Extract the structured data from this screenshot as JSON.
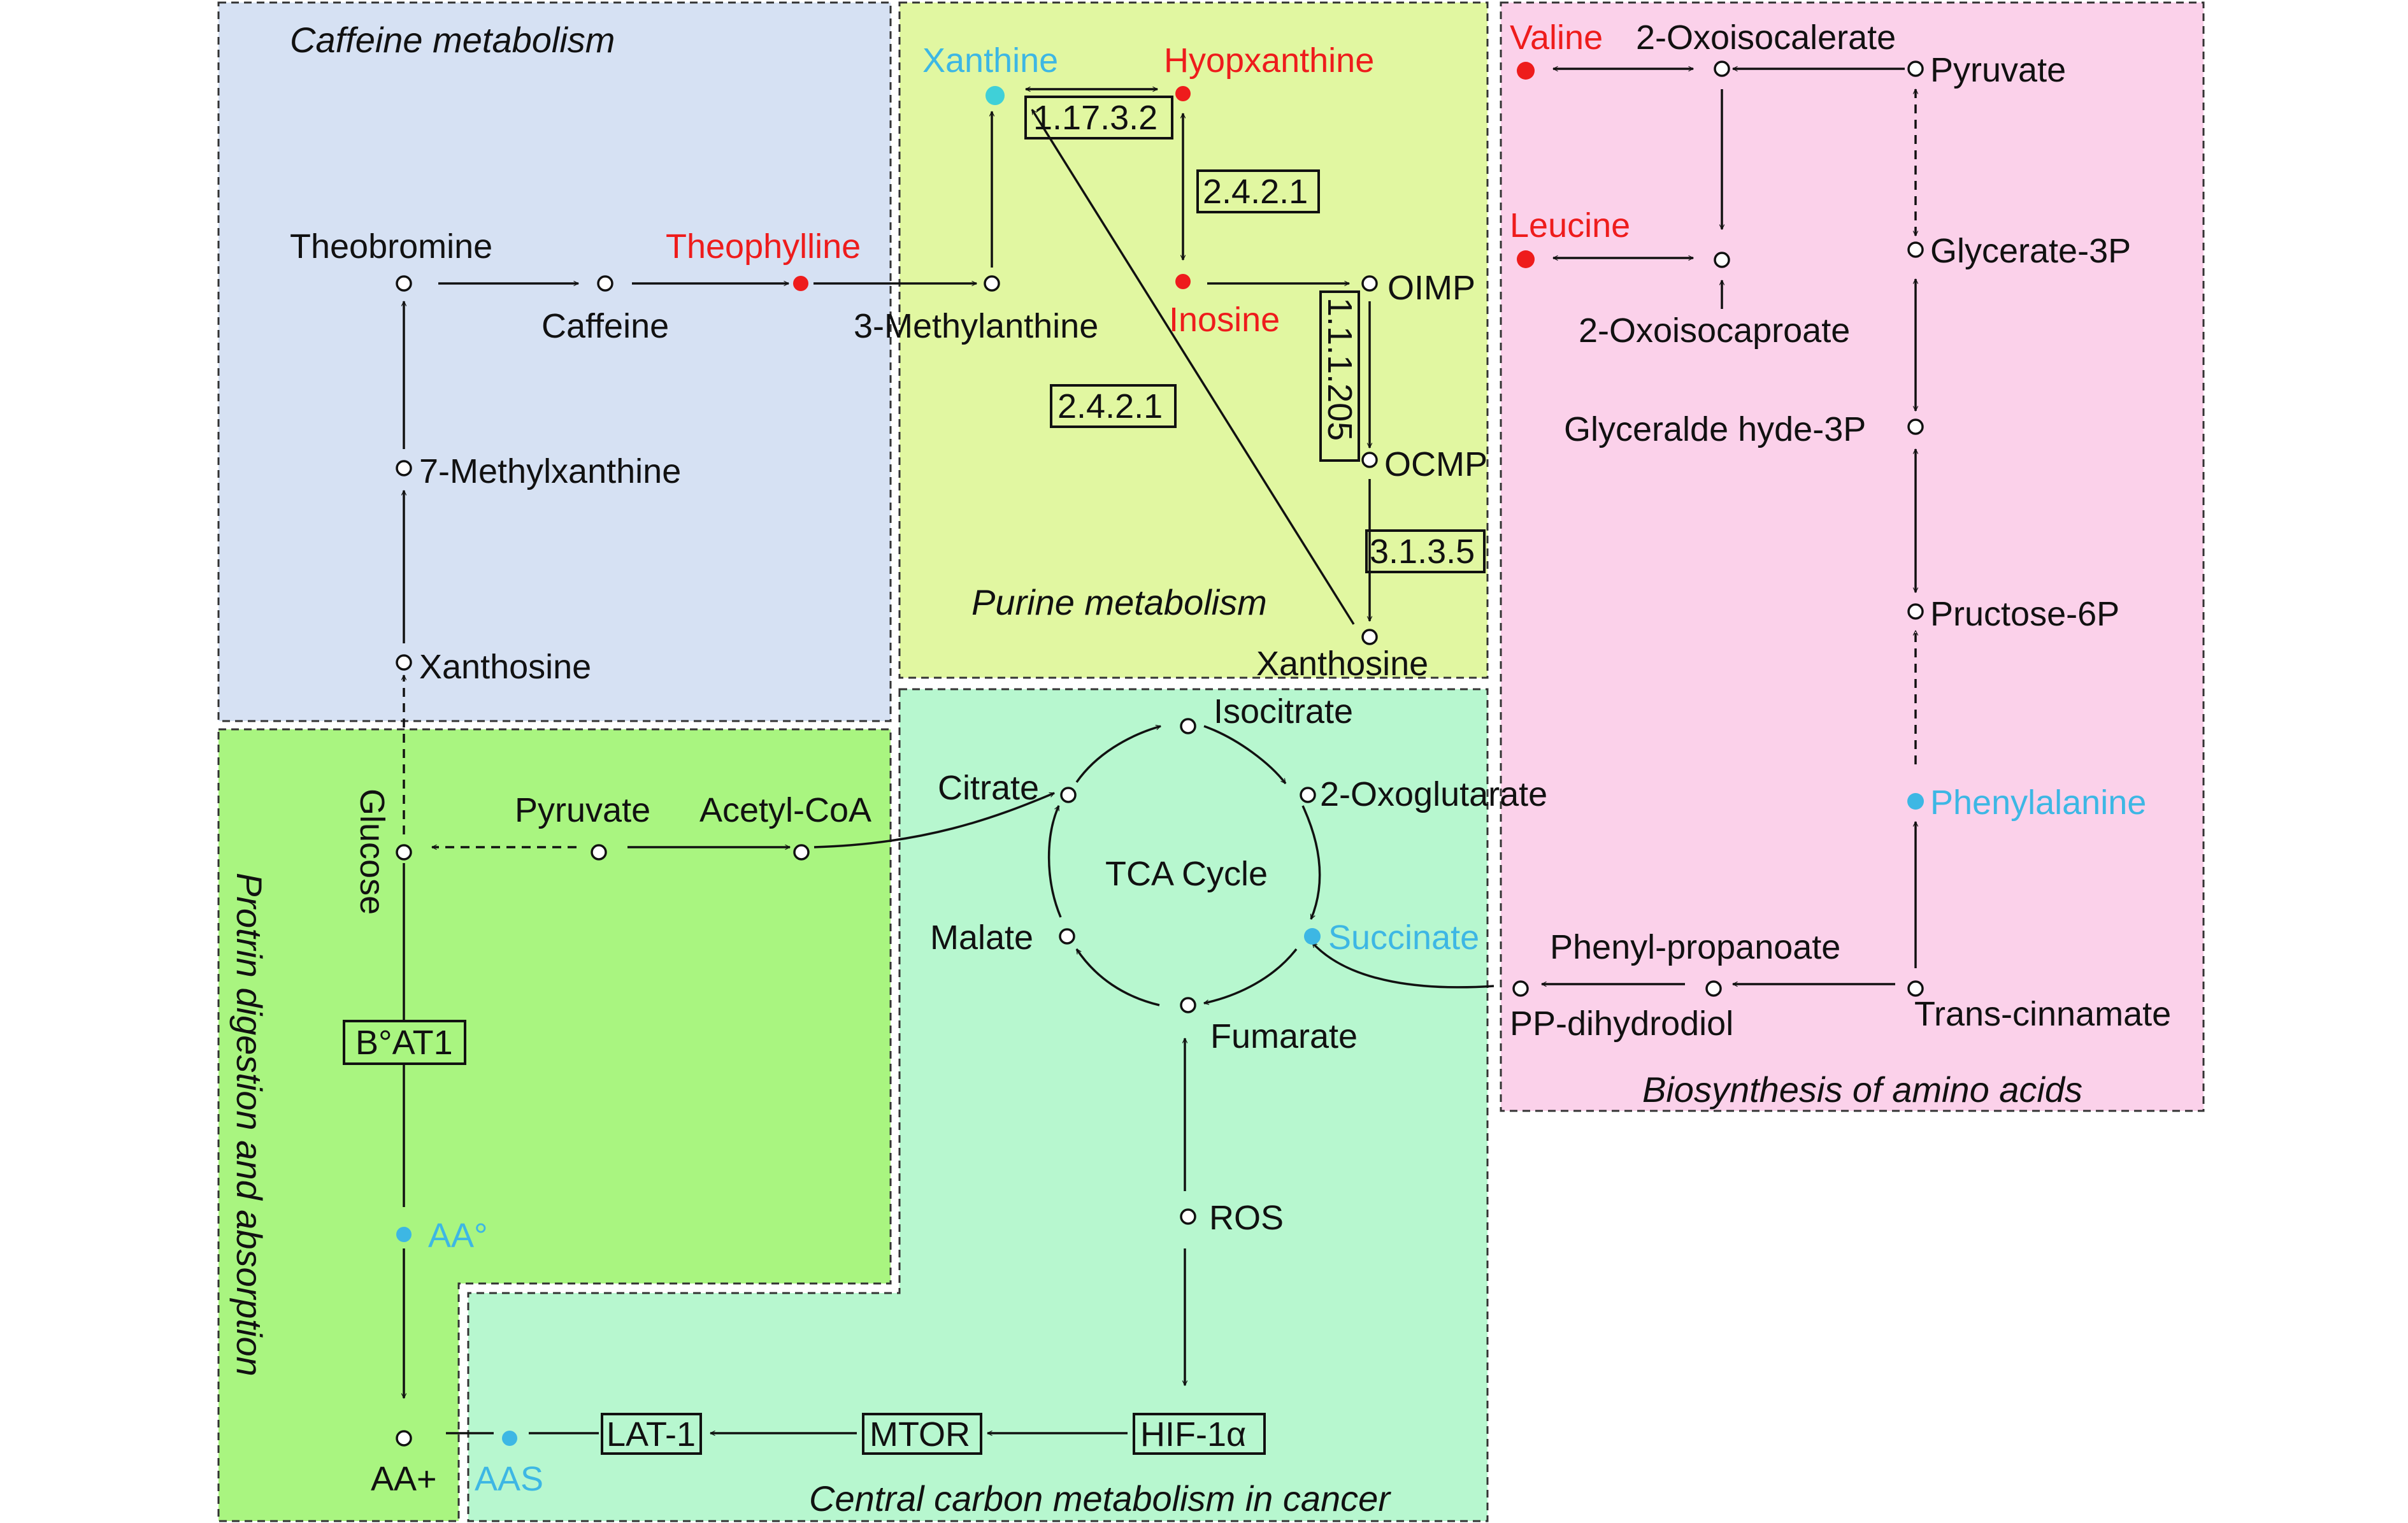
{
  "colors": {
    "caffeine_bg": "#d6e1f3",
    "purine_bg": "#e1f7a1",
    "amino_bg": "#fbd1ea",
    "protein_bg": "#a9f580",
    "central_bg": "#b7f7cf",
    "highlight_red": "#ee1c1c",
    "highlight_blue": "#3db7e4"
  },
  "regions": {
    "caffeine": "Caffeine metabolism",
    "purine": "Purine metabolism",
    "amino": "Biosynthesis of amino acids",
    "protein": "Protrin digestion and absorption",
    "central": "Central carbon metabolism in cancer"
  },
  "metabolites": {
    "theobromine": "Theobromine",
    "caffeine": "Caffeine",
    "theophylline": "Theophylline",
    "methylxanthine7": "7-Methylxanthine",
    "xanthosine_left": "Xanthosine",
    "xanthine": "Xanthine",
    "hypoxanthine": "Hyopxanthine",
    "methylxanthine3": "3-Methylanthine",
    "inosine": "Inosine",
    "oimp": "OIMP",
    "ocmp": "OCMP",
    "xanthosine_right": "Xanthosine",
    "valine": "Valine",
    "oxoisocalerate": "2-Oxoisocalerate",
    "pyruvate_right": "Pyruvate",
    "leucine": "Leucine",
    "glycerate3p": "Glycerate-3P",
    "oxoisocaproate": "2-Oxoisocaproate",
    "glyceraldehyde3p": "Glyceralde hyde-3P",
    "fructose6p": "Pructose-6P",
    "phenylalanine": "Phenylalanine",
    "phenylpropanoate": "Phenyl-propanoate",
    "ppdihydrodiol": "PP-dihydrodiol",
    "transcinnamate": "Trans-cinnamate",
    "glucose": "Glucose",
    "pyruvate_left": "Pyruvate",
    "acetylcoa": "Acetyl-CoA",
    "aa_deg": "AA°",
    "aa_plus": "AA+",
    "aas": "AAS",
    "citrate": "Citrate",
    "isocitrate": "Isocitrate",
    "oxoglutarate": "2-Oxoglutarate",
    "succinate": "Succinate",
    "fumarate": "Fumarate",
    "malate": "Malate",
    "tca": "TCA Cycle",
    "ros": "ROS"
  },
  "enzymes": {
    "e1": "1.17.3.2",
    "e2": "2.4.2.1",
    "e3": "2.4.2.1",
    "e4": "1.1.1.205",
    "e5": "3.1.3.5",
    "batl": "B°AT1",
    "lat1": "LAT-1",
    "mtor": "MTOR",
    "hif": "HIF-1α"
  }
}
